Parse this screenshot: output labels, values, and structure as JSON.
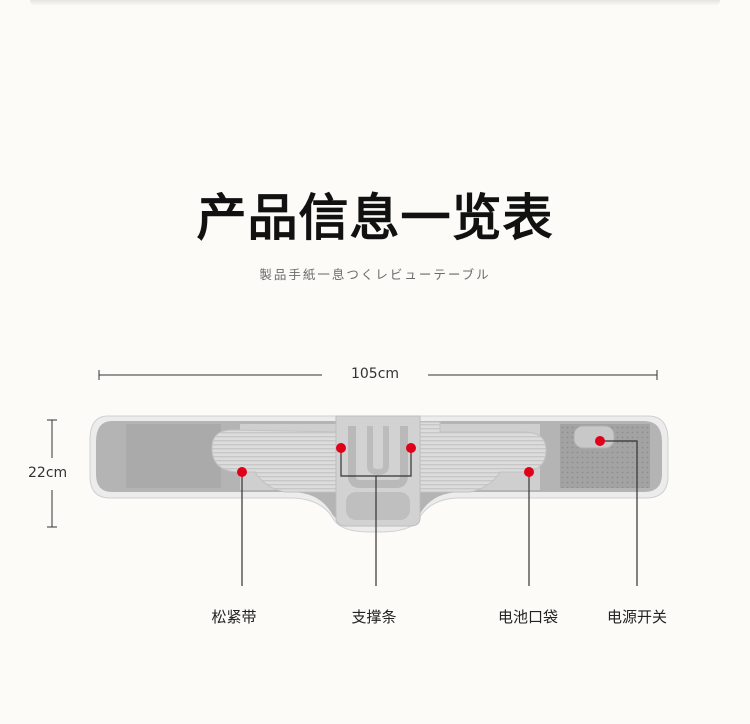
{
  "header": {
    "title": "产品信息一览表",
    "subtitle": "製品手紙一息つくレビューテーブル"
  },
  "dimensions": {
    "width_label": "105cm",
    "height_label": "22cm"
  },
  "callouts": [
    {
      "label": "松紧带"
    },
    {
      "label": "支撑条"
    },
    {
      "label": "电池口袋"
    },
    {
      "label": "电源开关"
    }
  ],
  "colors": {
    "background": "#fcfbf7",
    "marker_red": "#e0001a",
    "belt_outer": "#e8e8e8",
    "belt_panel": "#a9a9a9",
    "belt_center": "#d6d6d6",
    "line": "#333333"
  }
}
